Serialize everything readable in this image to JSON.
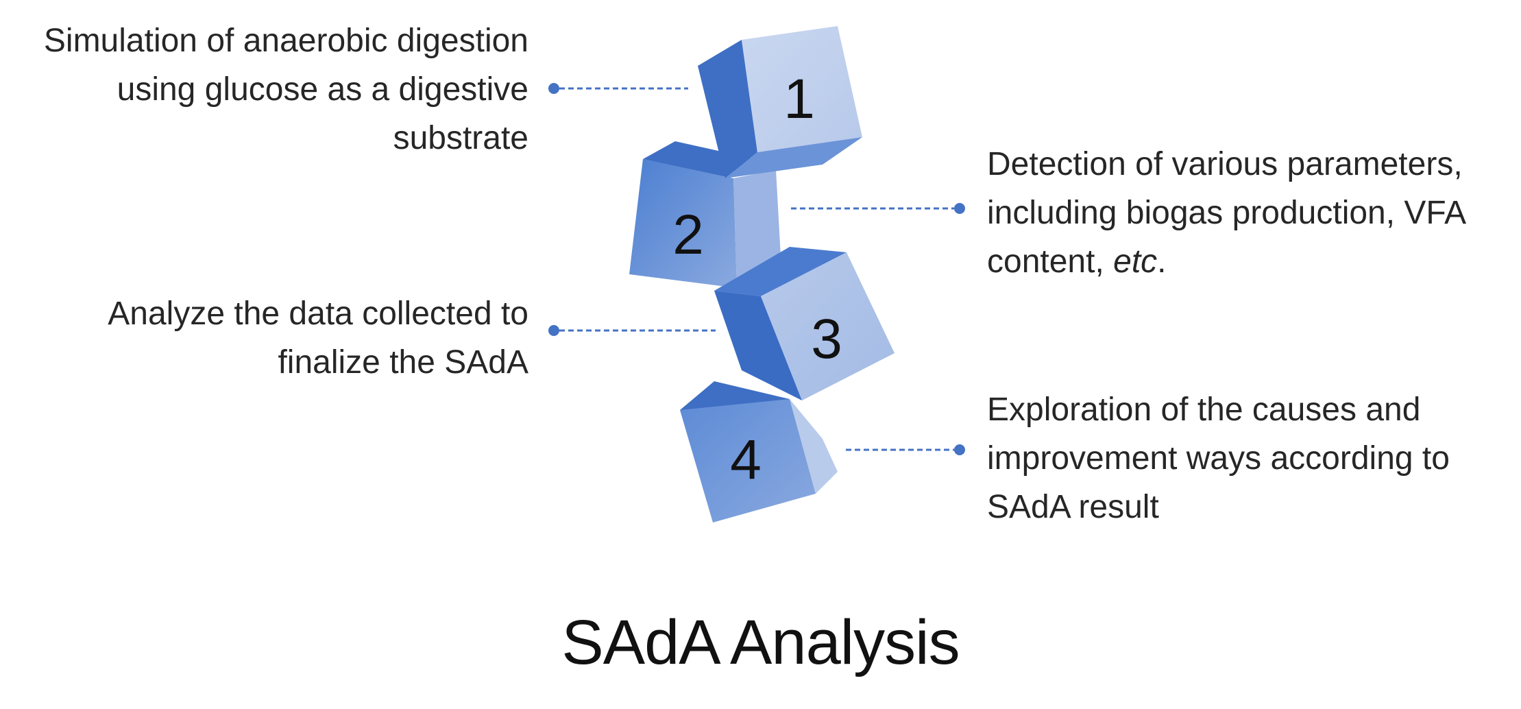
{
  "title": "SAdA Analysis",
  "colors": {
    "cube_top": "#3f6fc4",
    "cube_left": "#4a7fd0",
    "cube_front_light": "#c8d6ef",
    "cube_front_mid": "#7fa1dc",
    "cube_side_light": "#a6bde6",
    "connector": "#4472c4",
    "text": "#262626"
  },
  "steps": [
    {
      "number": "1",
      "side": "left",
      "lines": [
        "Simulation of anaerobic digestion",
        "using glucose as a digestive",
        "substrate"
      ]
    },
    {
      "number": "2",
      "side": "right",
      "line1": "Detection of various parameters,",
      "line2": "including biogas production, VFA",
      "line3_before": "content, ",
      "line3_italic": "etc",
      "line3_after": "."
    },
    {
      "number": "3",
      "side": "left",
      "lines": [
        "Analyze the data collected to",
        "finalize the SAdA"
      ]
    },
    {
      "number": "4",
      "side": "right",
      "lines": [
        "Exploration of the causes and",
        "improvement ways according to",
        "SAdA result"
      ]
    }
  ]
}
